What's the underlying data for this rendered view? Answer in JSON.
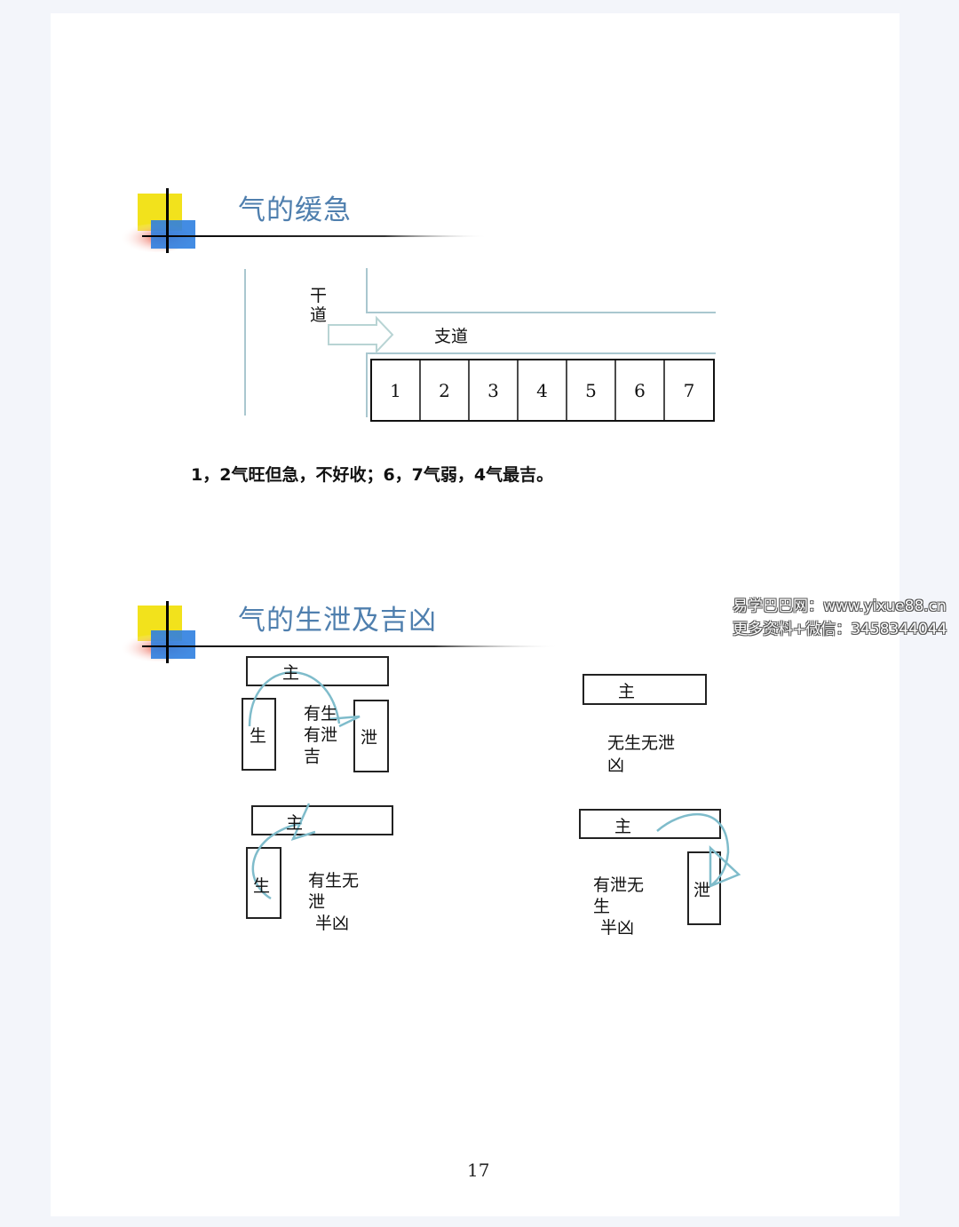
{
  "section1": {
    "title": "气的缓急",
    "main_road_label": "干道",
    "branch_road_label": "支道",
    "cells": [
      "1",
      "2",
      "3",
      "4",
      "5",
      "6",
      "7"
    ],
    "note": "1，2气旺但急，不好收；6，7气弱，4气最吉。"
  },
  "section2": {
    "title": "气的生泄及吉凶",
    "q1": {
      "main": "主",
      "left": "生",
      "right": "泄",
      "desc": [
        "有生",
        "有泄",
        "吉"
      ]
    },
    "q2": {
      "main": "主",
      "desc": [
        "无生无泄",
        "凶"
      ]
    },
    "q3": {
      "main": "主",
      "left": "生",
      "desc": [
        "有生无",
        "泄",
        "半凶"
      ]
    },
    "q4": {
      "main": "主",
      "right": "泄",
      "desc": [
        "有泄无",
        "生",
        "半凶"
      ]
    }
  },
  "watermark": {
    "line1": "易学巴巴网：www.yixue88.cn",
    "line2": "更多资料+微信：3458344044"
  },
  "page_number": "17",
  "colors": {
    "title": "#4f7fae",
    "curve": "#7fbccb",
    "road": "#a9c7cf"
  }
}
